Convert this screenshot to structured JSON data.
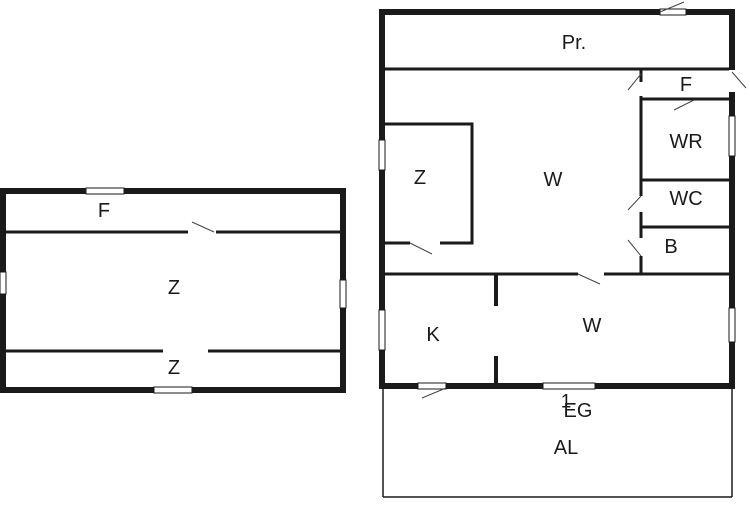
{
  "diagram": {
    "type": "floor-plan",
    "levels": [
      {
        "name": "left-plan",
        "rooms": [
          {
            "key": "left_f",
            "label": "F"
          },
          {
            "key": "left_z_main",
            "label": "Z"
          },
          {
            "key": "left_z_small",
            "label": "Z"
          }
        ]
      },
      {
        "name": "right-plan",
        "rooms": [
          {
            "key": "pr",
            "label": "Pr."
          },
          {
            "key": "right_f",
            "label": "F"
          },
          {
            "key": "wr",
            "label": "WR"
          },
          {
            "key": "wc",
            "label": "WC"
          },
          {
            "key": "b",
            "label": "B"
          },
          {
            "key": "right_z",
            "label": "Z"
          },
          {
            "key": "w_upper",
            "label": "W"
          },
          {
            "key": "k",
            "label": "K"
          },
          {
            "key": "w_lower",
            "label": "W"
          },
          {
            "key": "al",
            "label": "AL"
          }
        ]
      }
    ],
    "level_mark": "1",
    "level_name": "EG"
  },
  "colors": {
    "wall": "#1a1a1a",
    "opening": "#ffffff",
    "door": "#444444"
  }
}
